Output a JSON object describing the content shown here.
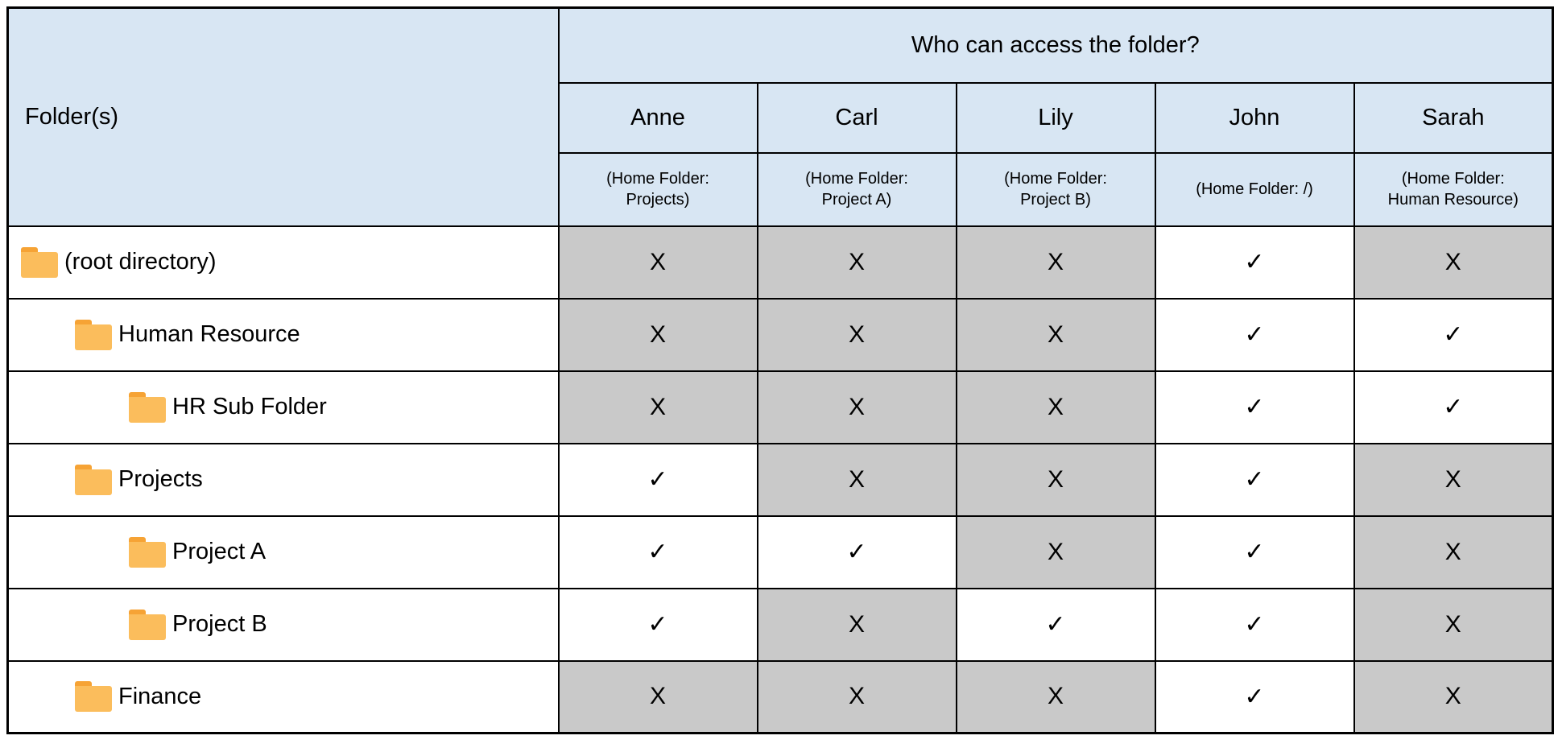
{
  "colors": {
    "header_bg": "#d8e6f3",
    "denied_bg": "#c9c9c9",
    "allowed_bg": "#ffffff",
    "border": "#000000",
    "folder_icon_body": "#fbbd5c",
    "folder_icon_tab": "#f6a335"
  },
  "symbols": {
    "allowed": "✓",
    "denied": "X"
  },
  "table": {
    "folder_column_header": "Folder(s)",
    "access_header": "Who can access the folder?",
    "users": [
      {
        "name": "Anne",
        "home_lines": [
          "(Home Folder:",
          "Projects)"
        ]
      },
      {
        "name": "Carl",
        "home_lines": [
          "(Home Folder:",
          "Project A)"
        ]
      },
      {
        "name": "Lily",
        "home_lines": [
          "(Home Folder:",
          "Project B)"
        ]
      },
      {
        "name": "John",
        "home_lines": [
          "(Home Folder: /)"
        ]
      },
      {
        "name": "Sarah",
        "home_lines": [
          "(Home Folder:",
          "Human Resource)"
        ]
      }
    ],
    "rows": [
      {
        "folder": "(root directory)",
        "indent": 0,
        "access": [
          "denied",
          "denied",
          "denied",
          "allowed",
          "denied"
        ]
      },
      {
        "folder": "Human Resource",
        "indent": 1,
        "access": [
          "denied",
          "denied",
          "denied",
          "allowed",
          "allowed"
        ]
      },
      {
        "folder": "HR Sub Folder",
        "indent": 2,
        "access": [
          "denied",
          "denied",
          "denied",
          "allowed",
          "allowed"
        ]
      },
      {
        "folder": "Projects",
        "indent": 1,
        "access": [
          "allowed",
          "denied",
          "denied",
          "allowed",
          "denied"
        ]
      },
      {
        "folder": "Project A",
        "indent": 2,
        "access": [
          "allowed",
          "allowed",
          "denied",
          "allowed",
          "denied"
        ]
      },
      {
        "folder": "Project B",
        "indent": 2,
        "access": [
          "allowed",
          "denied",
          "allowed",
          "allowed",
          "denied"
        ]
      },
      {
        "folder": "Finance",
        "indent": 1,
        "access": [
          "denied",
          "denied",
          "denied",
          "allowed",
          "denied"
        ]
      }
    ]
  },
  "chart_data": {
    "type": "table",
    "title": "Who can access the folder?",
    "row_header": "Folder(s)",
    "columns": [
      "Anne (Home Folder: Projects)",
      "Carl (Home Folder: Project A)",
      "Lily (Home Folder: Project B)",
      "John (Home Folder: /)",
      "Sarah (Home Folder: Human Resource)"
    ],
    "rows": [
      {
        "folder": "(root directory)",
        "values": [
          "X",
          "X",
          "X",
          "✓",
          "X"
        ]
      },
      {
        "folder": "Human Resource",
        "values": [
          "X",
          "X",
          "X",
          "✓",
          "✓"
        ]
      },
      {
        "folder": "HR Sub Folder",
        "values": [
          "X",
          "X",
          "X",
          "✓",
          "✓"
        ]
      },
      {
        "folder": "Projects",
        "values": [
          "✓",
          "X",
          "X",
          "✓",
          "X"
        ]
      },
      {
        "folder": "Project A",
        "values": [
          "✓",
          "✓",
          "X",
          "✓",
          "X"
        ]
      },
      {
        "folder": "Project B",
        "values": [
          "✓",
          "X",
          "✓",
          "✓",
          "X"
        ]
      },
      {
        "folder": "Finance",
        "values": [
          "X",
          "X",
          "X",
          "✓",
          "X"
        ]
      }
    ],
    "legend": "gray cell with X = no access, white cell with ✓ = access granted"
  }
}
